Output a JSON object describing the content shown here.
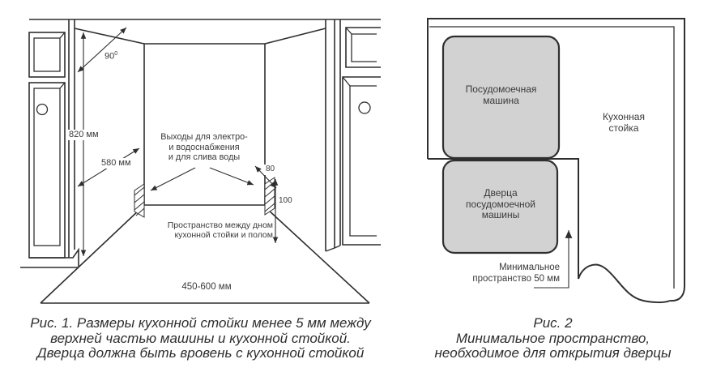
{
  "figure1": {
    "labels": {
      "angle": "90",
      "angle_sup": "0",
      "height": "820 мм",
      "depth": "580 мм",
      "outlets": "Выходы для электро-\nи водоснабжения\nи для слива воды",
      "gap_top": "80",
      "gap_bottom": "100",
      "floor_space": "Пространство между дном\nкухонной стойки и полом",
      "width_range": "450-600 мм"
    },
    "caption": "Рис. 1. Размеры кухонной стойки менее 5 мм между\nверхней частью машины и кухонной стойкой.\nДверца должна быть вровень с кухонной стойкой"
  },
  "figure2": {
    "labels": {
      "dishwasher": "Посудомоечная\nмашина",
      "counter": "Кухонная\nстойка",
      "door": "Дверца\nпосудомоечной\nмашины",
      "min_space": "Минимальное\nпространство 50 мм"
    },
    "caption": "Рис. 2\nМинимальное пространство,\nнеобходимое для открытия дверцы"
  },
  "colors": {
    "line": "#2f2f2f",
    "text": "#3a3a3a",
    "grey": "#d2d2d2",
    "bg": "#ffffff"
  }
}
